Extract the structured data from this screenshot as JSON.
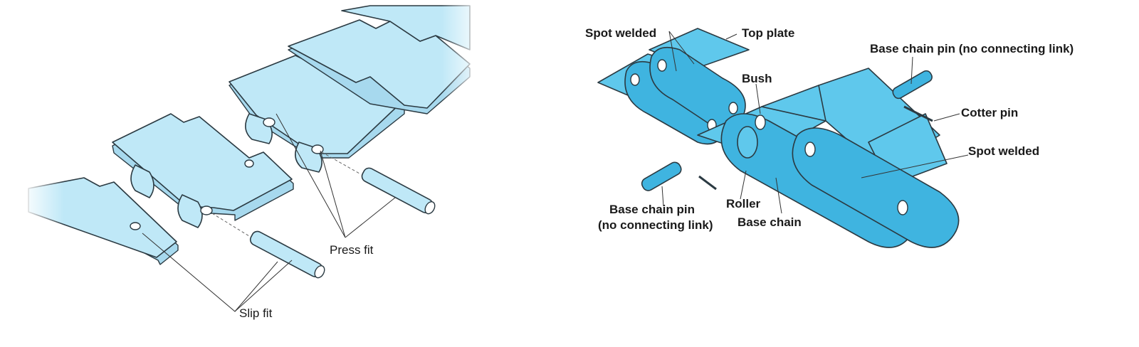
{
  "left_figure": {
    "labels": {
      "press_fit": "Press fit",
      "slip_fit": "Slip fit"
    },
    "part_color": "#bfe8f7"
  },
  "right_figure": {
    "labels": {
      "spot_welded_top": "Spot welded",
      "top_plate": "Top plate",
      "base_chain_pin_top": "Base chain pin (no connecting link)",
      "bush": "Bush",
      "cotter_pin": "Cotter pin",
      "spot_welded_right": "Spot welded",
      "base_chain_pin_bottom_line1": "Base chain pin",
      "base_chain_pin_bottom_line2": "(no connecting link)",
      "roller": "Roller",
      "base_chain": "Base chain"
    },
    "part_color": "#5fc8ec"
  }
}
